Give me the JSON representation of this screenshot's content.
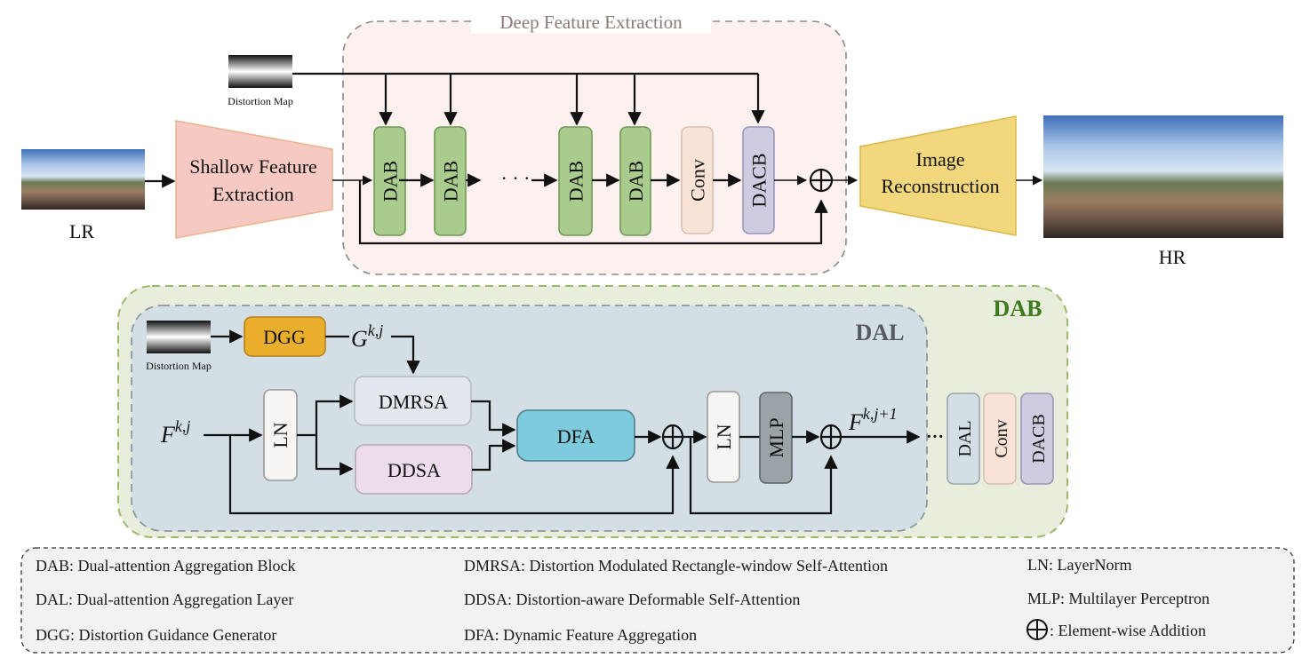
{
  "figure": {
    "inputs": {
      "lr_label": "LR",
      "hr_label": "HR",
      "distortion_map_label": "Distortion Map"
    },
    "top": {
      "shallow": [
        "Shallow Feature",
        "Extraction"
      ],
      "deep_title": "Deep Feature Extraction",
      "blocks": [
        "DAB",
        "DAB",
        "DAB",
        "DAB",
        "Conv",
        "DACB"
      ],
      "ellipsis": "· · ·",
      "reconstruction": [
        "Image",
        "Reconstruction"
      ]
    },
    "dab": {
      "title": "DAB",
      "dal_title": "DAL",
      "distortion_map_label": "Distortion Map",
      "dgg": "DGG",
      "g_symbol": "G",
      "g_sup": "k,j",
      "f_in_symbol": "F",
      "f_in_sup": "k,j",
      "f_out_symbol": "F",
      "f_out_sup": "k,j+1",
      "ln1": "LN",
      "dmrsa": "DMRSA",
      "ddsa": "DDSA",
      "dfa": "DFA",
      "ln2": "LN",
      "mlp": "MLP",
      "ellipsis": "···",
      "tail_blocks": [
        "DAL",
        "Conv",
        "DACB"
      ]
    },
    "legend": {
      "col1": [
        "DAB: Dual-attention Aggregation Block",
        "DAL: Dual-attention Aggregation Layer",
        "DGG: Distortion Guidance Generator"
      ],
      "col2": [
        "DMRSA: Distortion Modulated Rectangle-window Self-Attention",
        "DDSA: Distortion-aware Deformable Self-Attention",
        "DFA: Dynamic Feature Aggregation"
      ],
      "col3": [
        "LN: LayerNorm",
        "MLP: Multilayer Perceptron"
      ],
      "addition": ": Element-wise Addition"
    },
    "colors": {
      "dab_green": "#a9cc8e",
      "conv_peach": "#f9e3d6",
      "dacb_purple": "#cfcbe0",
      "shallow_pink": "#f7c9c3",
      "recon_yellow": "#f2d77c",
      "dgg_orange": "#e8ae2c",
      "dfa_cyan": "#7dcbdc",
      "dmrsa_grey": "#e3e7ee",
      "ddsa_pink": "#ecdcec",
      "mlp_grey": "#9aa3a8",
      "dfe_bg": "#fcf1ef",
      "dab_bg": "#e9eedc",
      "dal_bg": "#d3dfe4",
      "legend_bg": "#f2f2f2"
    }
  }
}
